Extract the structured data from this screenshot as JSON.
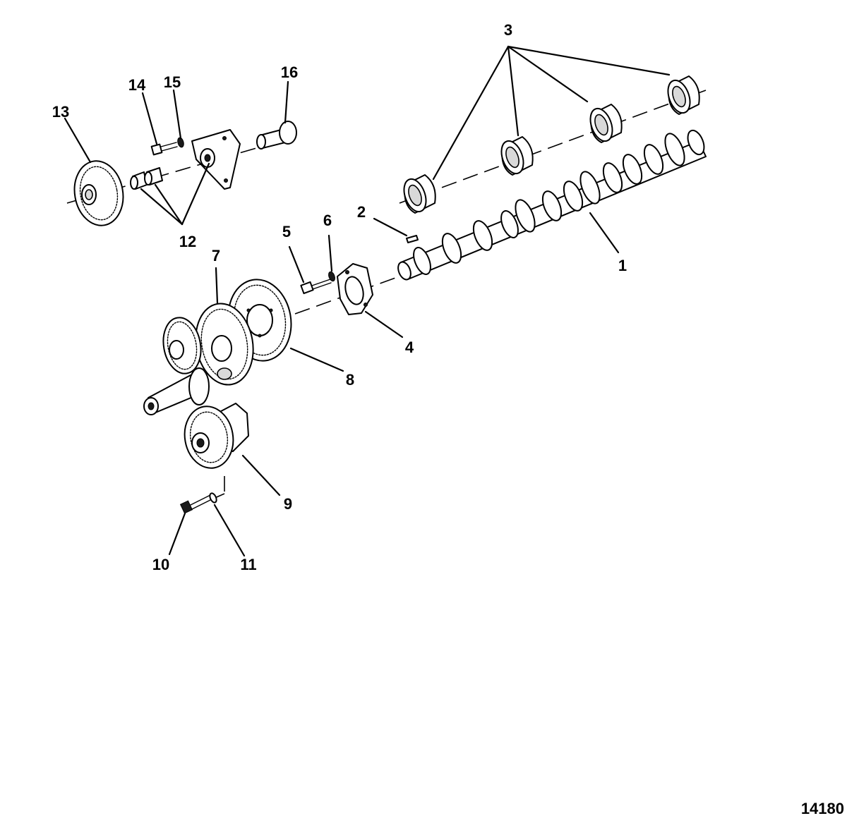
{
  "diagram": {
    "figure_number": "14180",
    "callouts": {
      "c1": "1",
      "c2": "2",
      "c3": "3",
      "c4": "4",
      "c5": "5",
      "c6": "6",
      "c7": "7",
      "c8": "8",
      "c9": "9",
      "c10": "10",
      "c11": "11",
      "c12": "12",
      "c13": "13",
      "c14": "14",
      "c15": "15",
      "c16": "16"
    }
  }
}
